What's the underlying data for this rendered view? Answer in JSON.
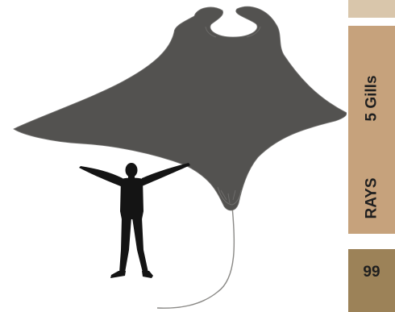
{
  "colors": {
    "ray": "#535250",
    "ray_outline": "#767573",
    "human": "#141414",
    "block_top": "#d9c6ab",
    "block_mid": "#c6a27c",
    "block_bot": "#9c8258",
    "label_text": "#1f1f1f"
  },
  "icons": {
    "manta": "manta-ray-silhouette",
    "human": "human-silhouette"
  },
  "sidebar": {
    "gills_label": "5 Gills",
    "rays_label": "RAYS",
    "count": "99"
  }
}
